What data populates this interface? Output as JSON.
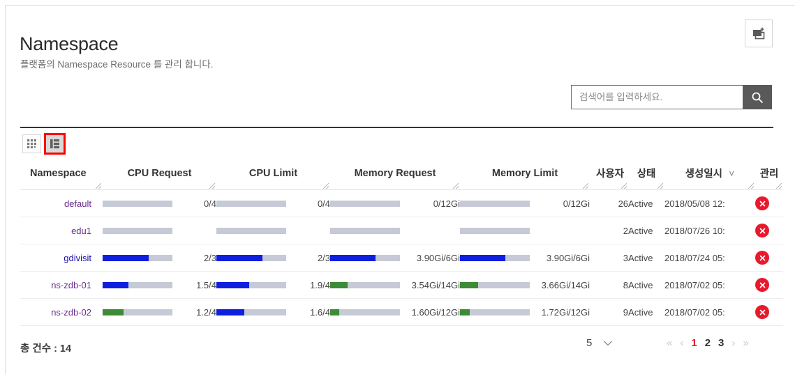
{
  "header": {
    "title": "Namespace",
    "description": "플랫폼의 Namespace Resource 를 관리 합니다.",
    "new_button_icon": "new-window-plus-icon"
  },
  "search": {
    "placeholder": "검색어를 입력하세요.",
    "value": "",
    "button_icon": "search-icon"
  },
  "view_toggle": {
    "grid_icon": "grid-view-icon",
    "list_icon": "list-view-icon",
    "active": "list",
    "active_outline_color": "#ff0000"
  },
  "table": {
    "columns": [
      "Namespace",
      "CPU Request",
      "CPU Limit",
      "Memory Request",
      "Memory Limit",
      "사용자",
      "상태",
      "생성일시",
      "관리"
    ],
    "sorted_column": "생성일시",
    "sort_indicator": "˅",
    "rows": [
      {
        "namespace": "default",
        "link_state": "visited",
        "cpu_request": {
          "label": "0/4",
          "percent": 0,
          "color": "#c6cad6"
        },
        "cpu_limit": {
          "label": "0/4",
          "percent": 0,
          "color": "#c6cad6"
        },
        "memory_request": {
          "label": "0/12Gi",
          "percent": 0,
          "color": "#c6cad6"
        },
        "memory_limit": {
          "label": "0/12Gi",
          "percent": 0,
          "color": "#c6cad6"
        },
        "users": "26",
        "status": "Active",
        "created": "2018/05/08 12:",
        "delete_icon": "delete-circle-icon"
      },
      {
        "namespace": "edu1",
        "link_state": "visited",
        "cpu_request": {
          "label": "",
          "percent": 0,
          "color": "#c6cad6"
        },
        "cpu_limit": {
          "label": "",
          "percent": 0,
          "color": "#c6cad6"
        },
        "memory_request": {
          "label": "",
          "percent": 0,
          "color": "#c6cad6"
        },
        "memory_limit": {
          "label": "",
          "percent": 0,
          "color": "#c6cad6"
        },
        "users": "2",
        "status": "Active",
        "created": "2018/07/26 10:",
        "delete_icon": "delete-circle-icon"
      },
      {
        "namespace": "gdivisit",
        "link_state": "unvisited",
        "cpu_request": {
          "label": "2/3",
          "percent": 66,
          "color": "#0f1fe0"
        },
        "cpu_limit": {
          "label": "2/3",
          "percent": 66,
          "color": "#0f1fe0"
        },
        "memory_request": {
          "label": "3.90Gi/6Gi",
          "percent": 65,
          "color": "#0f1fe0"
        },
        "memory_limit": {
          "label": "3.90Gi/6Gi",
          "percent": 65,
          "color": "#0f1fe0"
        },
        "users": "3",
        "status": "Active",
        "created": "2018/07/24 05:",
        "delete_icon": "delete-circle-icon"
      },
      {
        "namespace": "ns-zdb-01",
        "link_state": "visited",
        "cpu_request": {
          "label": "1.5/4",
          "percent": 37,
          "color": "#0f1fe0"
        },
        "cpu_limit": {
          "label": "1.9/4",
          "percent": 47,
          "color": "#0f1fe0"
        },
        "memory_request": {
          "label": "3.54Gi/14Gi",
          "percent": 25,
          "color": "#3d8b37"
        },
        "memory_limit": {
          "label": "3.66Gi/14Gi",
          "percent": 26,
          "color": "#3d8b37"
        },
        "users": "8",
        "status": "Active",
        "created": "2018/07/02 05:",
        "delete_icon": "delete-circle-icon"
      },
      {
        "namespace": "ns-zdb-02",
        "link_state": "visited",
        "cpu_request": {
          "label": "1.2/4",
          "percent": 30,
          "color": "#3d8b37"
        },
        "cpu_limit": {
          "label": "1.6/4",
          "percent": 40,
          "color": "#0f1fe0"
        },
        "memory_request": {
          "label": "1.60Gi/12Gi",
          "percent": 13,
          "color": "#3d8b37"
        },
        "memory_limit": {
          "label": "1.72Gi/12Gi",
          "percent": 14,
          "color": "#3d8b37"
        },
        "users": "9",
        "status": "Active",
        "created": "2018/07/02 05:",
        "delete_icon": "delete-circle-icon"
      }
    ]
  },
  "footer": {
    "total_label": "총 건수 : 14",
    "page_size": "5",
    "page_size_chevron": "chevron-down-icon",
    "pager": {
      "first": "«",
      "prev": "‹",
      "pages": [
        "1",
        "2",
        "3"
      ],
      "active_page": "1",
      "next": "›",
      "last": "»",
      "active_color": "#e8192c"
    }
  }
}
